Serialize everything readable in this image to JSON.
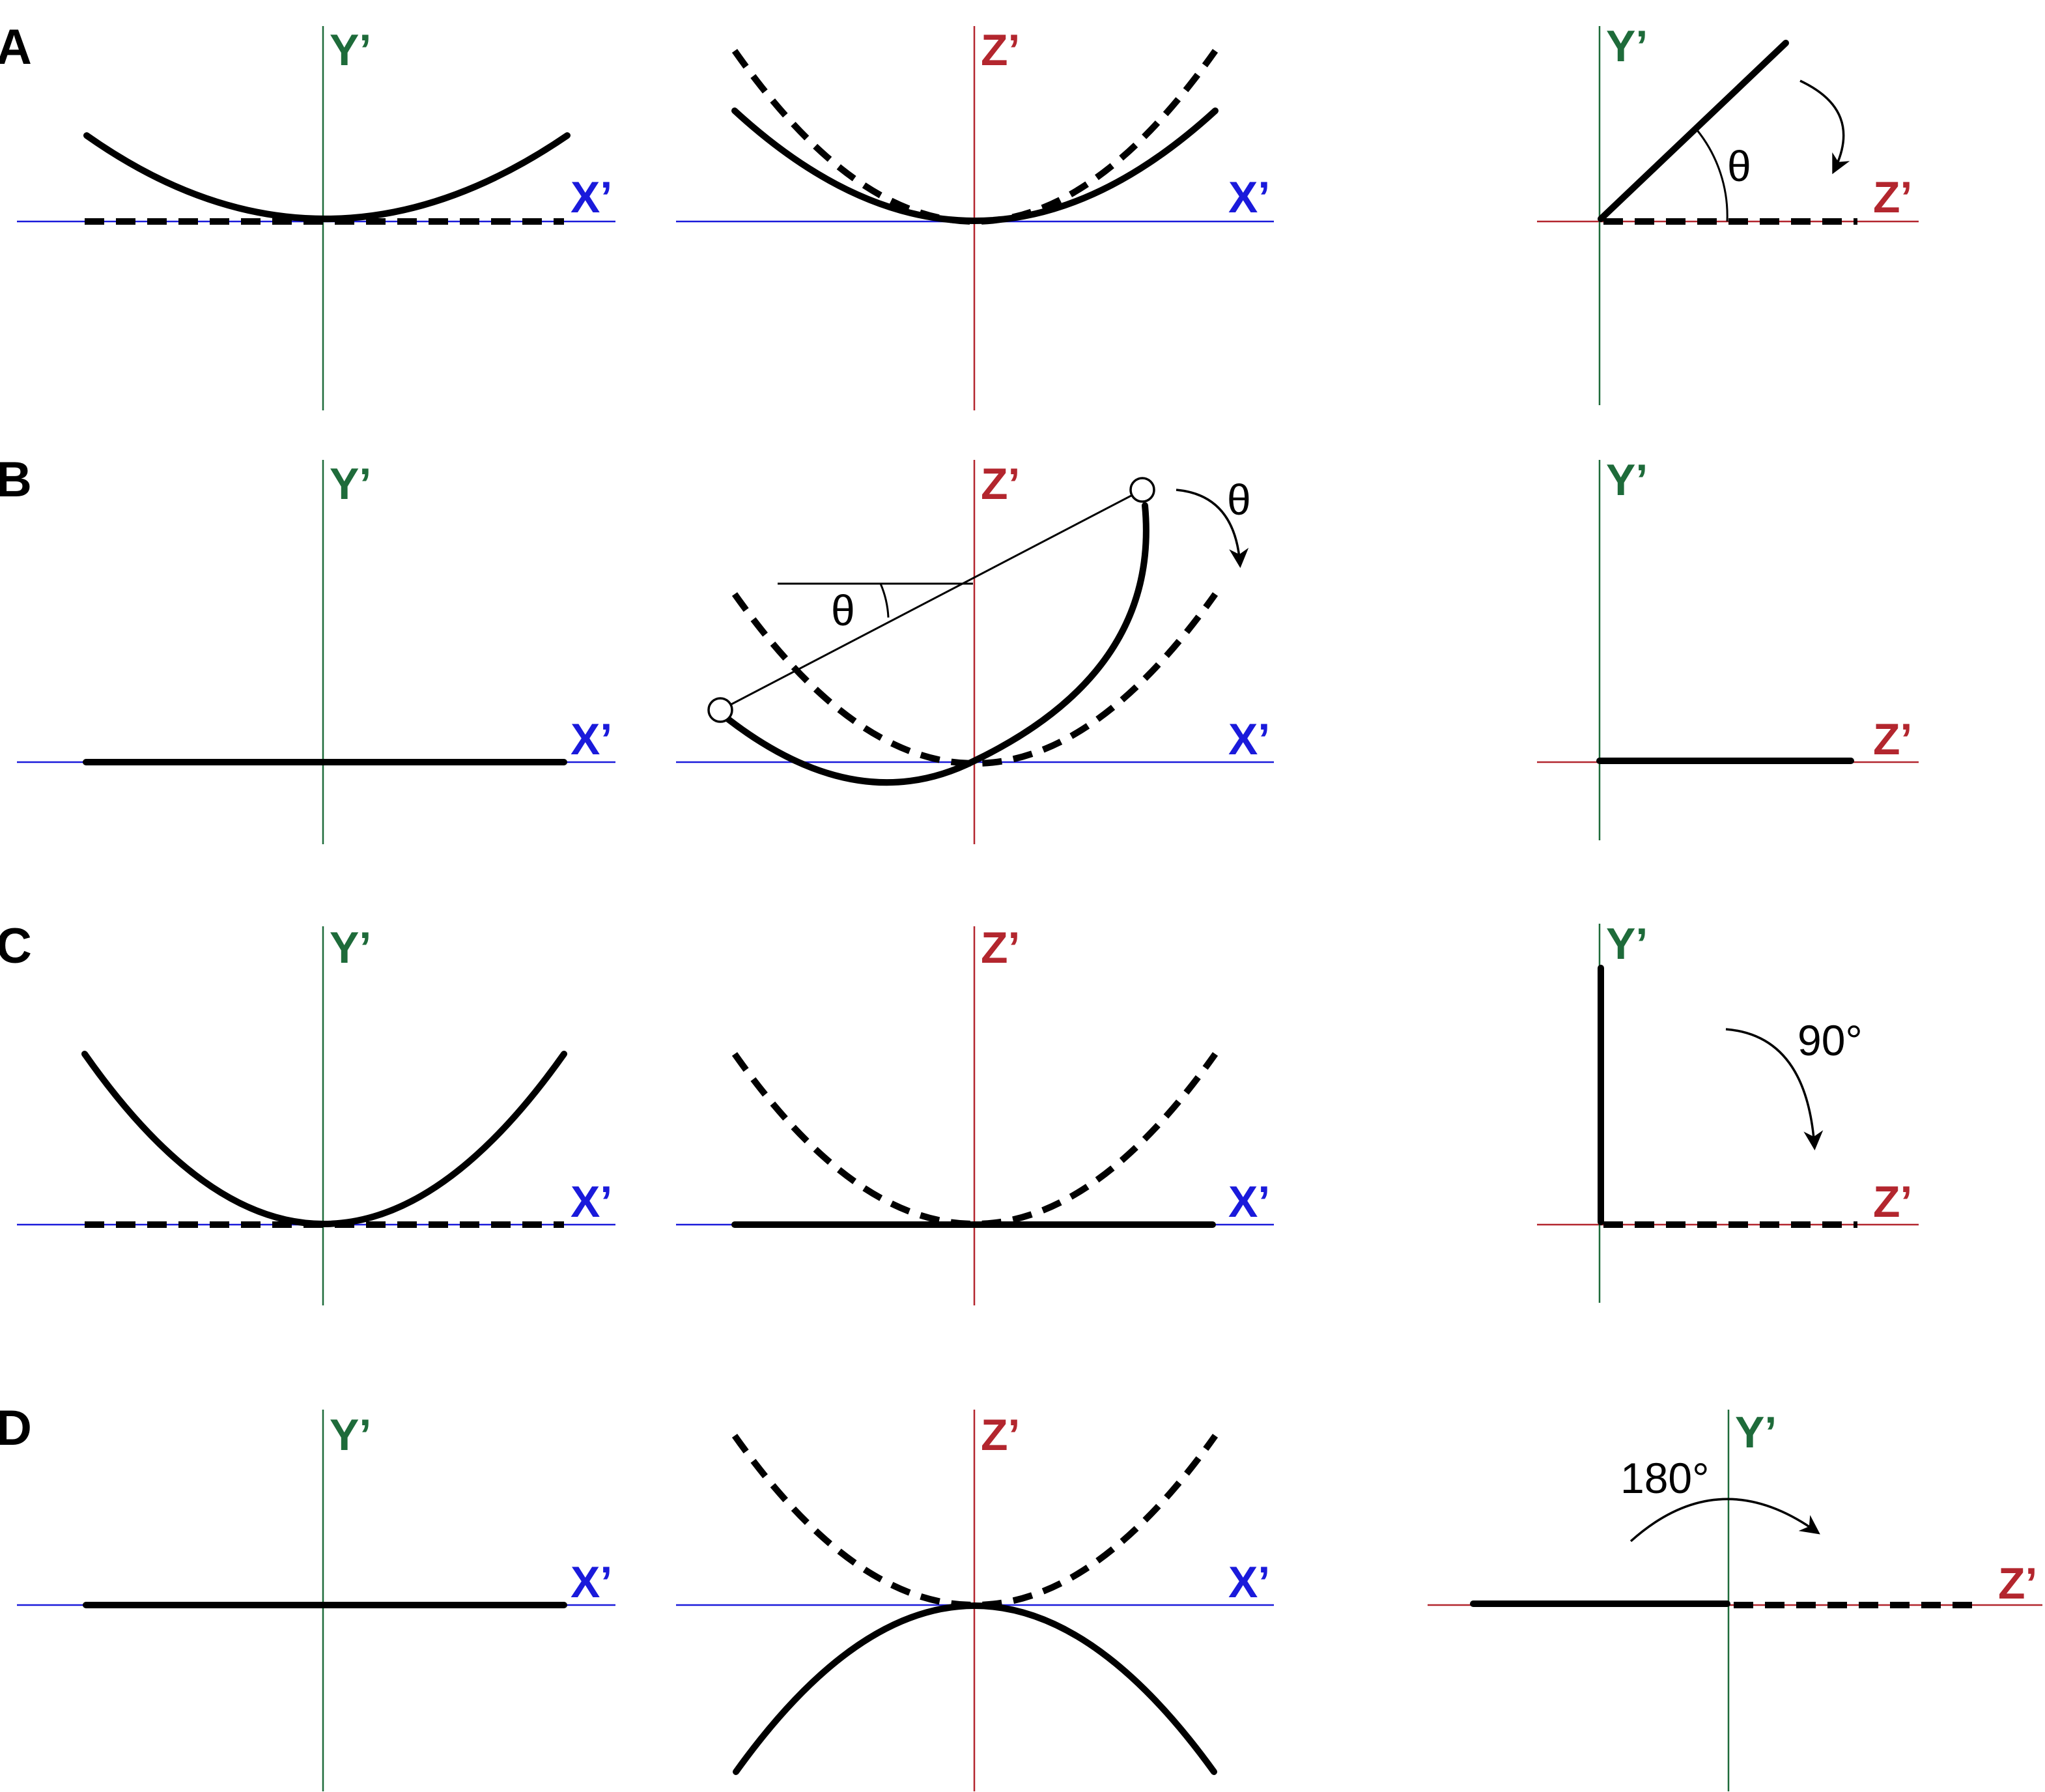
{
  "colors": {
    "x_axis": "#1a1adb",
    "y_axis": "#1e6b3a",
    "z_axis": "#b3262e",
    "strand": "#000000"
  },
  "panels": {
    "A": {
      "letter": "A",
      "p1": {
        "v": "Y’",
        "h": "X’"
      },
      "p2": {
        "v": "Z’",
        "h": "X’"
      },
      "p3": {
        "v": "Y’",
        "h": "Z’",
        "angle": "θ"
      }
    },
    "B": {
      "letter": "B",
      "p1": {
        "v": "Y’",
        "h": "X’"
      },
      "p2": {
        "v": "Z’",
        "h": "X’",
        "angle_inner": "θ",
        "angle_outer": "θ"
      },
      "p3": {
        "v": "Y’",
        "h": "Z’"
      }
    },
    "C": {
      "letter": "C",
      "p1": {
        "v": "Y’",
        "h": "X’"
      },
      "p2": {
        "v": "Z’",
        "h": "X’"
      },
      "p3": {
        "v": "Y’",
        "h": "Z’",
        "angle": "90°"
      }
    },
    "D": {
      "letter": "D",
      "p1": {
        "v": "Y’",
        "h": "X’"
      },
      "p2": {
        "v": "Z’",
        "h": "X’"
      },
      "p3": {
        "v": "Y’",
        "h": "Z’",
        "angle": "180°"
      }
    }
  }
}
